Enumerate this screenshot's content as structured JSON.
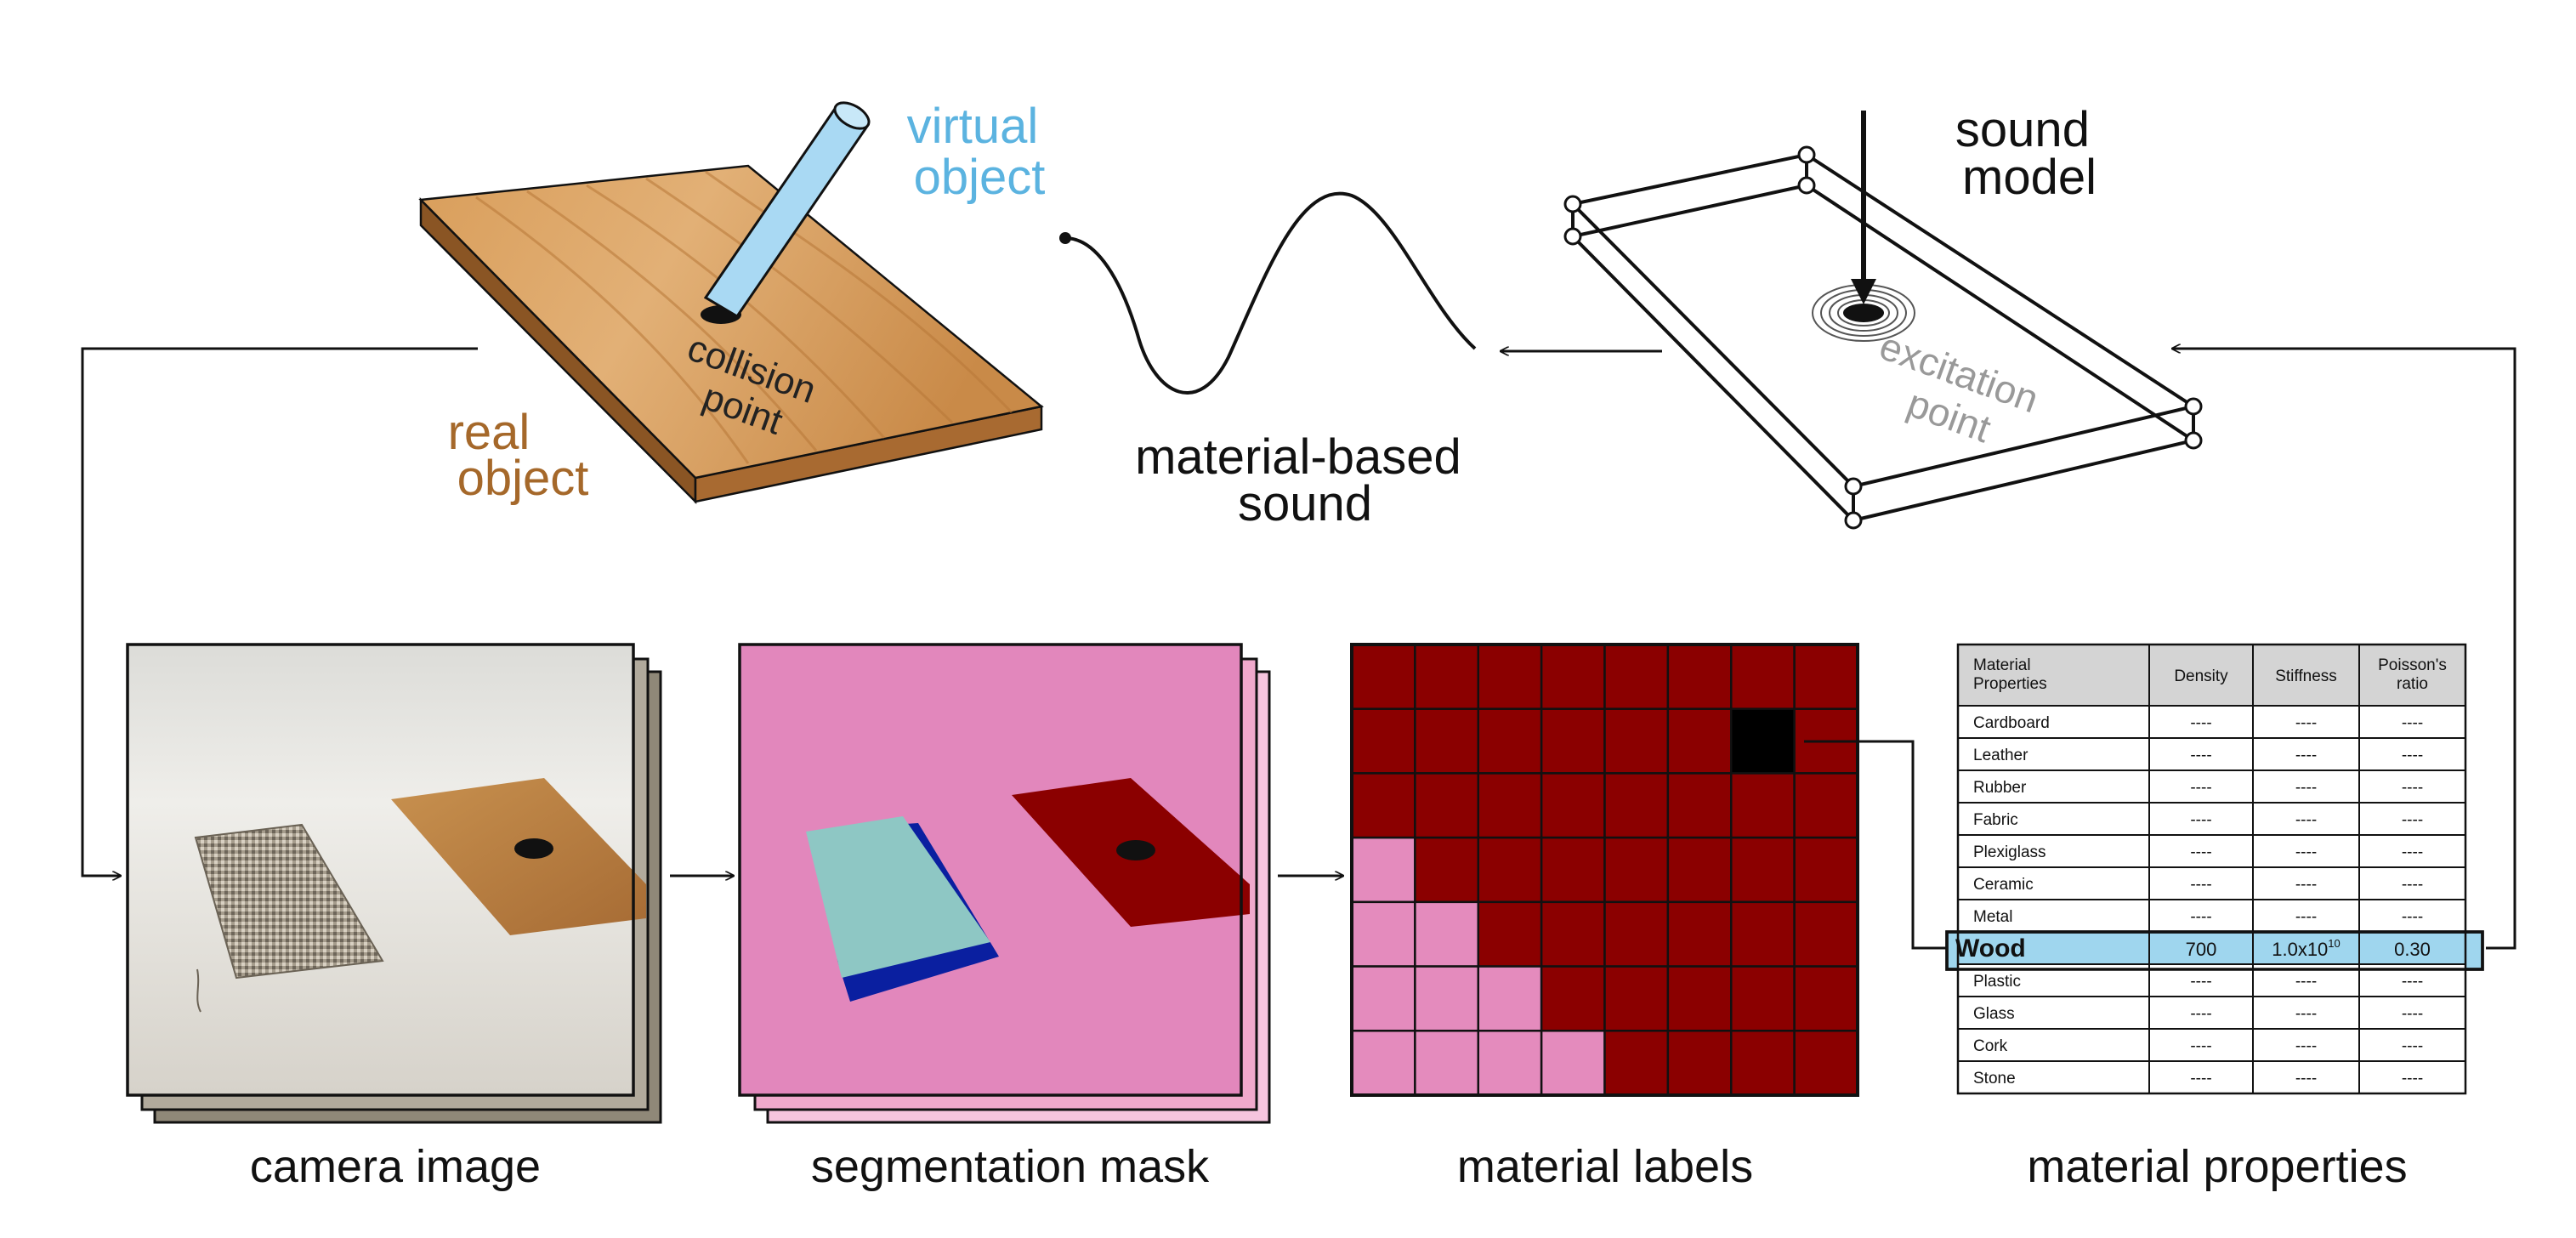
{
  "labels": {
    "virtual_object": [
      "virtual",
      "object"
    ],
    "real_object": [
      "real",
      "object"
    ],
    "collision_point": [
      "collision",
      "point"
    ],
    "material_based_sound": [
      "material-based",
      "sound"
    ],
    "sound_model": [
      "sound",
      "model"
    ],
    "excitation_point": [
      "excitation",
      "point"
    ]
  },
  "captions": {
    "camera_image": "camera image",
    "segmentation_mask": "segmentation mask",
    "material_labels": "material labels",
    "material_properties": "material properties"
  },
  "colors": {
    "virtual": "#5bb3e0",
    "real": "#a5682a",
    "wood_light": "#d9a566",
    "wood_dark": "#8a5524",
    "mask_pink": "#e287bc",
    "mask_pink_back": "#f4b6d6",
    "label_red": "#8b0000",
    "label_pink": "#e48bbd",
    "fabric_teal": "#8ec7c4",
    "fabric_blue": "#0a1fa0",
    "highlight": "#9fd6ee",
    "cell_border": "#111111"
  },
  "material_grid": {
    "rows": 7,
    "cols": 8,
    "cells": [
      [
        "r",
        "r",
        "r",
        "r",
        "r",
        "r",
        "r",
        "r"
      ],
      [
        "r",
        "r",
        "r",
        "r",
        "r",
        "r",
        "k",
        "r"
      ],
      [
        "r",
        "r",
        "r",
        "r",
        "r",
        "r",
        "r",
        "r"
      ],
      [
        "p",
        "r",
        "r",
        "r",
        "r",
        "r",
        "r",
        "r"
      ],
      [
        "p",
        "p",
        "r",
        "r",
        "r",
        "r",
        "r",
        "r"
      ],
      [
        "p",
        "p",
        "p",
        "r",
        "r",
        "r",
        "r",
        "r"
      ],
      [
        "p",
        "p",
        "p",
        "p",
        "r",
        "r",
        "r",
        "r"
      ]
    ]
  },
  "properties_table": {
    "headers": [
      [
        "Material",
        "Properties"
      ],
      [
        "Density"
      ],
      [
        "Stiffness"
      ],
      [
        "Poisson's",
        "ratio"
      ]
    ],
    "rows": [
      {
        "material": "Cardboard",
        "density": "----",
        "stiffness": "----",
        "poisson": "----"
      },
      {
        "material": "Leather",
        "density": "----",
        "stiffness": "----",
        "poisson": "----"
      },
      {
        "material": "Rubber",
        "density": "----",
        "stiffness": "----",
        "poisson": "----"
      },
      {
        "material": "Fabric",
        "density": "----",
        "stiffness": "----",
        "poisson": "----"
      },
      {
        "material": "Plexiglass",
        "density": "----",
        "stiffness": "----",
        "poisson": "----"
      },
      {
        "material": "Ceramic",
        "density": "----",
        "stiffness": "----",
        "poisson": "----"
      },
      {
        "material": "Metal",
        "density": "----",
        "stiffness": "----",
        "poisson": "----"
      },
      {
        "material": "Wood",
        "density": "700",
        "stiffness_base": "1.0x10",
        "stiffness_exp": "10",
        "poisson": "0.30",
        "highlight": true
      },
      {
        "material": "Plastic",
        "density": "----",
        "stiffness": "----",
        "poisson": "----"
      },
      {
        "material": "Glass",
        "density": "----",
        "stiffness": "----",
        "poisson": "----"
      },
      {
        "material": "Cork",
        "density": "----",
        "stiffness": "----",
        "poisson": "----"
      },
      {
        "material": "Stone",
        "density": "----",
        "stiffness": "----",
        "poisson": "----"
      }
    ]
  }
}
